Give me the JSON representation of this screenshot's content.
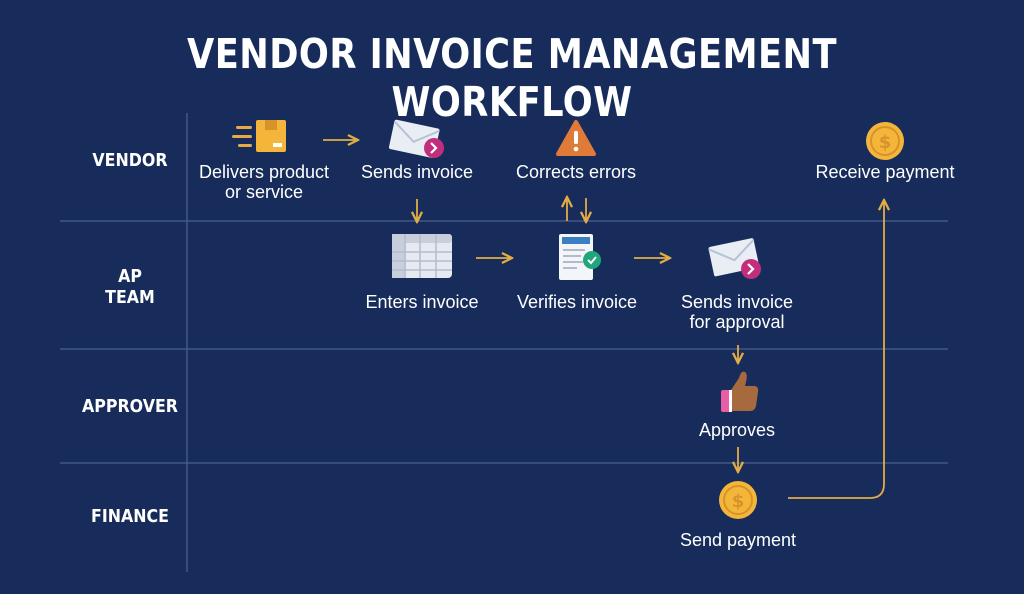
{
  "title": "VENDOR INVOICE MANAGEMENT WORKFLOW",
  "lanes": [
    {
      "label": "VENDOR"
    },
    {
      "label": "AP\nTEAM"
    },
    {
      "label": "APPROVER"
    },
    {
      "label": "FINANCE"
    }
  ],
  "steps": {
    "delivers": "Delivers product\nor service",
    "sends_invoice": "Sends invoice",
    "corrects_errors": "Corrects errors",
    "receive_payment": "Receive payment",
    "enters_invoice": "Enters invoice",
    "verifies_invoice": "Verifies invoice",
    "sends_for_approval": "Sends invoice\nfor approval",
    "approves": "Approves",
    "send_payment": "Send payment"
  },
  "icons": {
    "delivers": "delivery-box-icon",
    "sends_invoice": "envelope-icon",
    "corrects_errors": "warning-icon",
    "receive_payment": "dollar-coin-icon",
    "enters_invoice": "spreadsheet-icon",
    "verifies_invoice": "checked-document-icon",
    "sends_for_approval": "envelope-icon",
    "approves": "thumbs-up-icon",
    "send_payment": "dollar-coin-icon"
  },
  "colors": {
    "background": "#172c5a",
    "arrow": "#e3ac45",
    "divider": "#4a5f8f",
    "coin": "#f4b63a",
    "warning": "#e07a38",
    "accent": "#c22e7c"
  }
}
